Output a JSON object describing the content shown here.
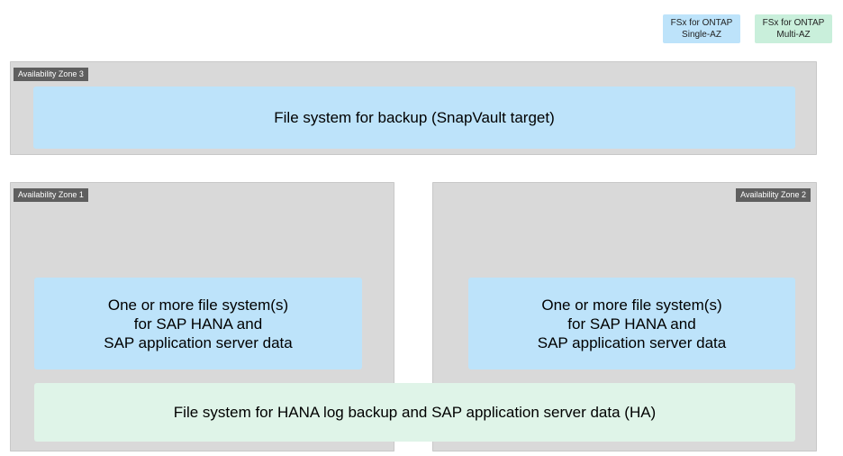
{
  "colors": {
    "single_az": "#bde3fa",
    "multi_az": "#c9efdb",
    "ha_box": "#dff4e8",
    "zone_bg": "#d9d9d9",
    "zone_border": "#c8c8c8",
    "zone_tag_bg": "#5f5f5f"
  },
  "legend": {
    "single_az": "FSx for ONTAP\nSingle-AZ",
    "multi_az": "FSx for ONTAP\nMulti-AZ"
  },
  "zones": {
    "az3": {
      "label": "Availability Zone 3"
    },
    "az1": {
      "label": "Availability Zone 1"
    },
    "az2": {
      "label": "Availability Zone 2"
    }
  },
  "file_systems": {
    "backup": "File system for backup (SnapVault target)",
    "az1_data": "One or more file system(s)\nfor SAP HANA and\nSAP application server data",
    "az2_data": "One or more file system(s)\nfor SAP HANA and\nSAP application server data",
    "ha": "File system for HANA log backup and SAP application server data (HA)"
  }
}
